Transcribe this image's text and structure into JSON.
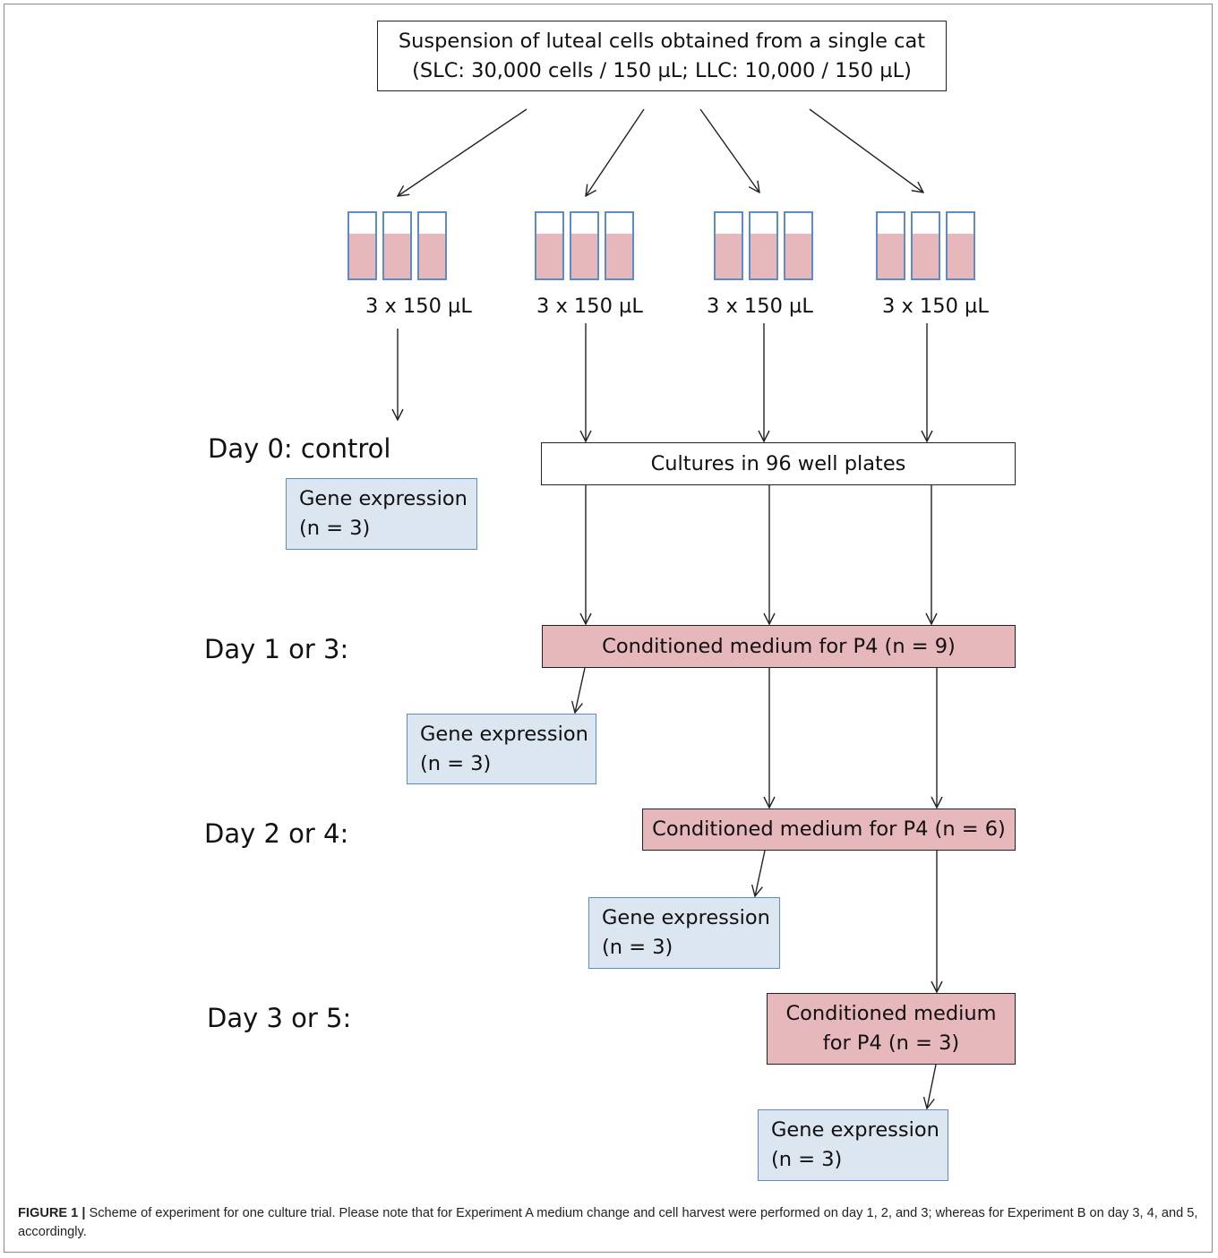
{
  "source": {
    "line1": "Suspension of luteal cells obtained from a single cat",
    "line2": "(SLC: 30,000 cells / 150 µL; LLC: 10,000 / 150 µL)"
  },
  "volume_label": "3 x 150 µL",
  "tube_liquid_fraction": 0.68,
  "colors": {
    "liquid": "#e6b8bb",
    "tube_border": "#5b8cc6",
    "pink_box": "#e6b8bb",
    "blue_box": "#dce6f1"
  },
  "days": {
    "d0": "Day 0: control",
    "d1": "Day 1 or 3:",
    "d2": "Day 2 or 4:",
    "d3": "Day 3 or 5:"
  },
  "cultures": "Cultures in 96 well plates",
  "medium": {
    "m9": "Conditioned medium for P4 (n = 9)",
    "m6": "Conditioned medium for P4 (n = 6)",
    "m3_line1": "Conditioned medium",
    "m3_line2": "for P4 (n = 3)"
  },
  "gene": {
    "line1": "Gene expression",
    "line2": "(n = 3)"
  },
  "caption": {
    "label": "FIGURE 1 |",
    "text": "Scheme of experiment for one culture trial. Please note that for Experiment A medium change and cell harvest were performed on day 1, 2, and 3; whereas for Experiment B on day 3, 4, and 5, accordingly."
  }
}
